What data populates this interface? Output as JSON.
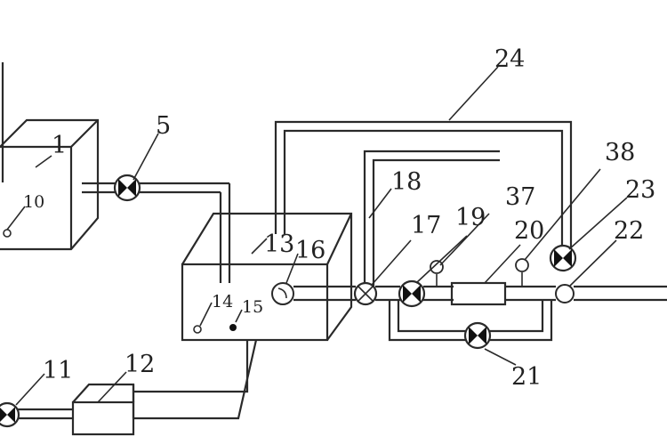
{
  "diagram": {
    "labels": {
      "l1": "1",
      "l5": "5",
      "l10": "10",
      "l11": "11",
      "l12": "12",
      "l13": "13",
      "l14": "14",
      "l15": "15",
      "l16": "16",
      "l17": "17",
      "l18": "18",
      "l19": "19",
      "l20": "20",
      "l21": "21",
      "l22": "22",
      "l23": "23",
      "l24": "24",
      "l37": "37",
      "l38": "38"
    },
    "colors": {
      "line": "#2a2a2a",
      "background": "#ffffff"
    }
  }
}
